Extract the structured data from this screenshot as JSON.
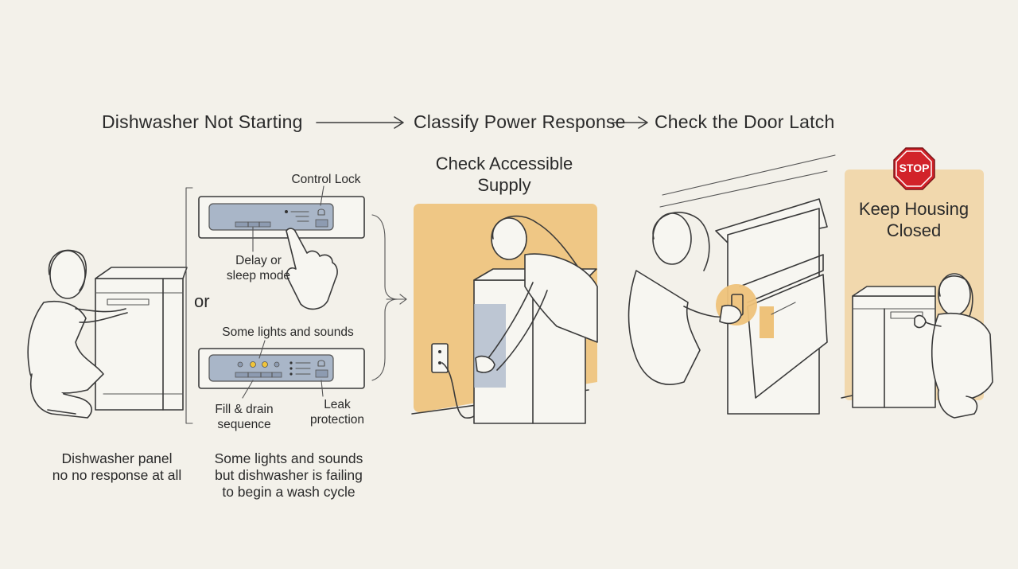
{
  "flow": {
    "step1": "Dishwasher Not Starting",
    "step2": "Classify Power Response",
    "step3": "Check the Door Latch"
  },
  "panel_a": {
    "label_control_lock": "Control Lock",
    "label_delay": "Delay or\nsleep mode"
  },
  "or_text": "or",
  "panel_b": {
    "label_some_lights": "Some lights and sounds",
    "label_fill_drain": "Fill & drain\nsequence",
    "label_leak": "Leak\nprotection"
  },
  "supply": {
    "title": "Check Accessible\nSupply"
  },
  "keep": {
    "title": "Keep Housing\nClosed",
    "stop_sign": "STOP"
  },
  "captions": {
    "no_response": "Dishwasher panel\nno no response at all",
    "failing": "Some lights and sounds\nbut dishwasher is failing\nto begin a wash cycle"
  },
  "colors": {
    "background": "#f3f1ea",
    "panel_blue": "#a9b6c8",
    "amber_highlight": "#eec27a",
    "stop_red": "#d2232a",
    "indicator_yellow": "#f0c43a"
  }
}
